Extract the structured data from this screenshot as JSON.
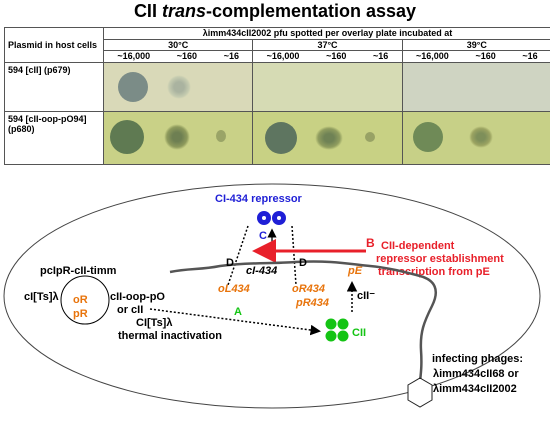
{
  "title_prefix": "CII ",
  "title_italic": "trans",
  "title_suffix": "-complementation assay",
  "table": {
    "col1_header": "Plasmid in host cells",
    "main_header": "λimm434cII2002 pfu spotted per overlay plate incubated at",
    "temps": [
      "30°C",
      "37°C",
      "39°C"
    ],
    "dilutions": [
      "~16,000",
      "~160",
      "~16"
    ],
    "rows": [
      {
        "label": "594 [cII] (p679)"
      },
      {
        "label": "594 [cII-oop-pO94] (p680)"
      }
    ]
  },
  "diagram": {
    "repressor_label": "CI-434 repressor",
    "c_label": "C",
    "b_label": "B",
    "b_text_1": "CII-dependent",
    "b_text_2": "repressor establishment",
    "b_text_3": "transcription from pE",
    "plasmid_label": "pcIpR-cII-timm",
    "ci_ts": "cI[Ts]λ",
    "or": "oR",
    "pr": "pR",
    "cii_oop_po": "cII-oop-pO",
    "or_cii": "or cII",
    "d1": "D",
    "d2": "D",
    "ci434": "cI-434",
    "ol434": "oL434",
    "or434": "oR434",
    "pr434": "pR434",
    "pe": "pE",
    "cii_minus": "cII⁻",
    "a_label": "A",
    "ci_ts2": "CI[Ts]λ",
    "thermal": "thermal inactivation",
    "cii_protein": "CII",
    "infecting_1": "infecting phages:",
    "infecting_2": "λimm434cII68 or",
    "infecting_3": "λimm434cII2002"
  },
  "colors": {
    "repressor_blue": "#1f1fd6",
    "red": "#e8202a",
    "orange": "#e8740c",
    "green": "#14c414",
    "plate_bg": "#d8dc9a",
    "plaque": "#6c7d4a"
  }
}
